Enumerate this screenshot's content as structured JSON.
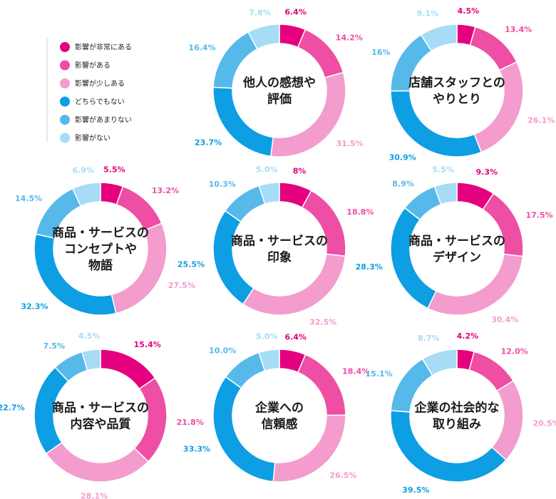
{
  "legend": {
    "items": [
      {
        "label": "影響が非常にある",
        "color": "#e5007f"
      },
      {
        "label": "影響がある",
        "color": "#ee4ea3"
      },
      {
        "label": "影響が少しある",
        "color": "#f39ccd"
      },
      {
        "label": "どちらでもない",
        "color": "#0d9ee4"
      },
      {
        "label": "影響があまりない",
        "color": "#56b9ea"
      },
      {
        "label": "影響がない",
        "color": "#a6dcf5"
      }
    ]
  },
  "chart_data": [
    {
      "type": "pie",
      "title": [
        "他人の感想や",
        "評価"
      ],
      "labels": [
        "6.4%",
        "14.2%",
        "31.5%",
        "23.7%",
        "16.4%",
        "7.8%"
      ],
      "values": [
        6.4,
        14.2,
        31.5,
        23.7,
        16.4,
        7.8
      ]
    },
    {
      "type": "pie",
      "title": [
        "店舗スタッフとの",
        "やりとり"
      ],
      "labels": [
        "4.5%",
        "13.4%",
        "26.1%",
        "30.9%",
        "16%",
        "9.1%"
      ],
      "values": [
        4.5,
        13.4,
        26.1,
        30.9,
        16,
        9.1
      ]
    },
    {
      "type": "pie",
      "title": [
        "商品・サービスの",
        "コンセプトや",
        "物語"
      ],
      "labels": [
        "5.5%",
        "13.2%",
        "27.5%",
        "32.3%",
        "14.5%",
        "6.9%"
      ],
      "values": [
        5.5,
        13.2,
        27.5,
        32.3,
        14.5,
        6.9
      ]
    },
    {
      "type": "pie",
      "title": [
        "商品・サービスの",
        "印象"
      ],
      "labels": [
        "8%",
        "18.8%",
        "32.5%",
        "25.5%",
        "10.3%",
        "5.0%"
      ],
      "values": [
        8,
        18.8,
        32.5,
        25.5,
        10.3,
        5.0
      ]
    },
    {
      "type": "pie",
      "title": [
        "商品・サービスの",
        "デザイン"
      ],
      "labels": [
        "9.3%",
        "17.5%",
        "30.4%",
        "28.3%",
        "8.9%",
        "5.5%"
      ],
      "values": [
        9.3,
        17.5,
        30.4,
        28.3,
        8.9,
        5.5
      ]
    },
    {
      "type": "pie",
      "title": [
        "商品・サービスの",
        "内容や品質"
      ],
      "labels": [
        "15.4%",
        "21.8%",
        "28.1%",
        "22.7%",
        "7.5%",
        "4.5%"
      ],
      "values": [
        15.4,
        21.8,
        28.1,
        22.7,
        7.5,
        4.5
      ]
    },
    {
      "type": "pie",
      "title": [
        "企業への",
        "信頼感"
      ],
      "labels": [
        "6.4%",
        "18.4%",
        "26.5%",
        "33.3%",
        "10.0%",
        "5.0%"
      ],
      "values": [
        6.4,
        18.4,
        26.5,
        33.3,
        10.0,
        5.0
      ]
    },
    {
      "type": "pie",
      "title": [
        "企業の社会的な",
        "取り組み"
      ],
      "labels": [
        "4.2%",
        "12.0%",
        "20.5%",
        "39.5%",
        "15.1%",
        "8.7%"
      ],
      "values": [
        4.2,
        12.0,
        20.5,
        39.5,
        15.1,
        8.7
      ]
    }
  ]
}
